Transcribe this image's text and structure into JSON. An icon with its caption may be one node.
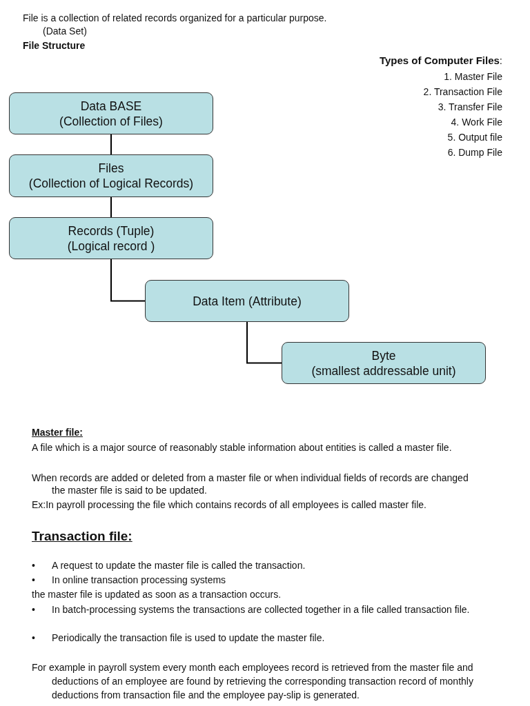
{
  "diagram": {
    "nodes": [
      {
        "text": [
          "Data BASE",
          "(Collection of Files)"
        ]
      },
      {
        "text": [
          "Files",
          "(Collection of Logical Records)"
        ]
      },
      {
        "text": [
          "Records (Tuple)",
          "(Logical record )"
        ]
      },
      {
        "text": [
          "Data Item (Attribute)"
        ]
      },
      {
        "text": [
          "Byte",
          "(smallest addressable unit)"
        ]
      }
    ],
    "edges": [
      {
        "from": 0,
        "to": 1,
        "arrow": "none"
      },
      {
        "from": 1,
        "to": 2,
        "arrow": "none"
      },
      {
        "from": 2,
        "to": 3,
        "arrow": "none"
      },
      {
        "from": 3,
        "to": 4,
        "arrow": "none"
      }
    ],
    "labels": [
      "File is a collection of related records organized for a particular purpose.",
      "(Data Set)",
      "File Structure",
      "**Types of Computer Files**:",
      "1. Master File",
      "2. Transaction File",
      "3. Transfer File",
      "4. Work File",
      "5. Output file",
      "6. Dump File",
      "Master file:",
      "A file which is a major source of reasonably stable information about entities is called a master file.",
      "When records are added or deleted from a master file or when individual fields of records are changed the master file is said to be updated.",
      "Ex:In payroll processing the file which contains records of all employees is called master file.",
      "Transaction file:",
      "•",
      "A request to update the master file is called the transaction.",
      "•",
      "In online transaction processing systems",
      "the master file is updated as soon as a transaction occurs.",
      "•",
      "In batch-processing systems the transactions are collected together in a file called transaction file.",
      "•",
      "Periodically the transaction file is used to update the master file.",
      "For example in payroll system every month each employees record is retrieved from the master file and deductions of an employee are found by retrieving the corresponding transaction record of monthly deductions from transaction file and the employee pay-slip is generated."
    ]
  }
}
